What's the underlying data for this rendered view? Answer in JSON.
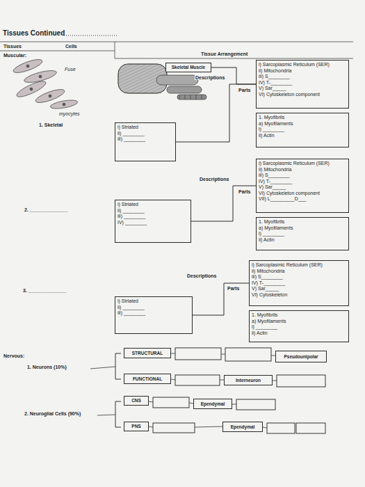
{
  "diagram": {
    "title": "Tissues Continued",
    "nodes": [
      {
        "text": [
          "Skeletal Muscle"
        ]
      },
      {
        "text": [
          "i) Sarcoplasmic Reticulum (SER)",
          "ii) Mitochondria",
          "iii) S________",
          "IV) T-________",
          "V) Sar_____",
          "VI) Cytoskeleton component"
        ]
      },
      {
        "text": [
          "1. Myofibrils",
          "a) Myofilaments",
          "i) ________",
          "ii) Actin"
        ]
      },
      {
        "text": [
          "i) Striated",
          "ii) ________",
          "iii) ________"
        ]
      },
      {
        "text": [
          "i) Sarcoplasmic Reticulum (SER)",
          "ii) Mitochondria",
          "iii) S________",
          "IV) T-________",
          "V) Sar_____",
          "VI) Cytoskeleton component",
          "VII) L_________D___"
        ]
      },
      {
        "text": [
          "1. Myofibrils",
          "a) Myofilaments",
          "i) ________",
          "ii) Actin"
        ]
      },
      {
        "text": [
          "i) Striated",
          "ii) ________",
          "iii) ________",
          "IV) ________"
        ]
      },
      {
        "text": [
          "i) Sarcoplasmic Reticulum (SER)",
          "ii) Mitochondria",
          "iii) S________",
          "IV) T-________",
          "V) Sar_____",
          "VI) Cytoskeleton"
        ]
      },
      {
        "text": [
          "1. Myofibrils",
          "a) Myofilaments",
          "i) ________",
          "ii) Actin"
        ]
      },
      {
        "text": [
          "i) Striated",
          "ii) ________",
          "iii) ________"
        ]
      },
      {
        "text": [
          "STRUCTURAL"
        ]
      },
      {
        "text": [
          "Pseudounipolar"
        ]
      },
      {
        "text": [
          "FUNCTIONAL"
        ]
      },
      {
        "text": [
          "Interneuron"
        ]
      },
      {
        "text": [
          "CNS"
        ]
      },
      {
        "text": [
          "Ependymal"
        ]
      },
      {
        "text": [
          "PNS"
        ]
      },
      {
        "text": [
          "Ependymal"
        ]
      }
    ],
    "edges": [
      {
        "from": 0,
        "to": 1,
        "arrow": "none"
      },
      {
        "from": 3,
        "to": 1,
        "arrow": "none"
      },
      {
        "from": 6,
        "to": 4,
        "arrow": "none"
      },
      {
        "from": 9,
        "to": 7,
        "arrow": "none"
      }
    ],
    "labels": [
      "Tissues",
      "Cells",
      "Tissue Arrangement",
      "Muscular:",
      "Fuse",
      "myocytes",
      "1. Skeletal",
      "Descriptions",
      "Parts",
      "2. ______________",
      "Descriptions",
      "Parts",
      "3. ______________",
      "Descriptions",
      "Parts",
      "Nervous:",
      "1. Neurons (10%)",
      "2. Neuroglial Cells (90%)"
    ]
  }
}
